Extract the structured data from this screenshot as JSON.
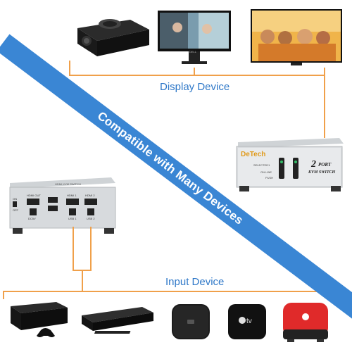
{
  "banner": {
    "text": "Compatible with Many Devices"
  },
  "labels": {
    "display": "Display Device",
    "input": "Input Device"
  },
  "kvm_front": {
    "brand": "DeTech",
    "model_big": "2",
    "model_small": "PORT",
    "subtitle": "KVM SWITCH",
    "indicators": [
      "SELECTED1",
      "ON LINE",
      "PUSH"
    ]
  },
  "kvm_back": {
    "title": "HDMI KVM SWITCH",
    "ports": [
      "HDMI OUT",
      "HDMI 1",
      "HDMI 2",
      "USB 1",
      "USB 2"
    ],
    "power": [
      "ON",
      "OFF",
      "DC5V"
    ]
  },
  "monitor": {
    "brand": "DELL"
  },
  "devices": {
    "display": [
      "projector-icon",
      "monitor-icon",
      "tv-icon"
    ],
    "input": [
      "ps3-icon",
      "blu-ray-player-icon",
      "mi-box-icon",
      "apple-tv-icon",
      "red-media-box-icon"
    ]
  },
  "colors": {
    "accent": "#3a86d4",
    "line": "#f0a04a",
    "label": "#2f78c8"
  }
}
